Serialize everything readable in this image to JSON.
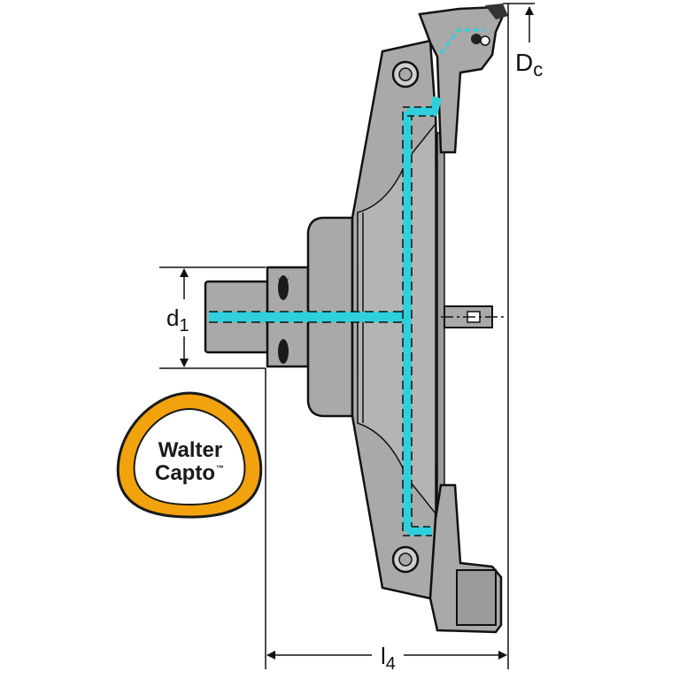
{
  "dimensions": {
    "dc": {
      "main": "D",
      "sub": "c"
    },
    "d1": {
      "main": "d",
      "sub": "1"
    },
    "l4": {
      "main": "l",
      "sub": "4"
    }
  },
  "logo": {
    "line1": "Walter",
    "line2": "Capto",
    "mark": "™",
    "ring_color": "#f2a20c"
  },
  "colors": {
    "body": "#a9a9a9",
    "body_dark": "#8e8e8e",
    "outline": "#111111",
    "coolant": "#2fd0dc"
  }
}
